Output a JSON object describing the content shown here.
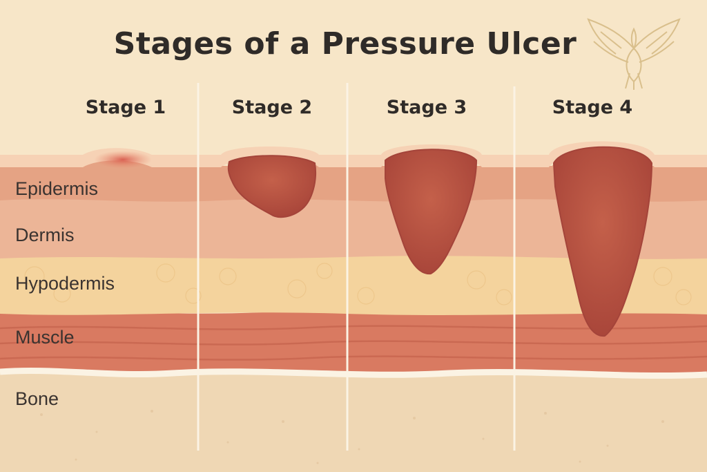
{
  "title": "Stages of a Pressure Ulcer",
  "stages": [
    {
      "label": "Stage 1"
    },
    {
      "label": "Stage 2"
    },
    {
      "label": "Stage 3"
    },
    {
      "label": "Stage 4"
    }
  ],
  "layers": [
    {
      "label": "Epidermis"
    },
    {
      "label": "Dermis"
    },
    {
      "label": "Hypodermis"
    },
    {
      "label": "Muscle"
    },
    {
      "label": "Bone"
    }
  ],
  "colors": {
    "background": "#f7e6c8",
    "epidermis": "#e5a384",
    "dermis": "#ecb597",
    "hypodermis": "#f4d39d",
    "muscle": "#d97a61",
    "bone": "#efd7b4",
    "wound": "#b6523f",
    "divider": "#fbf3e4",
    "logo": "#d9bf8c"
  },
  "icons": [
    "phoenix-logo-icon"
  ]
}
